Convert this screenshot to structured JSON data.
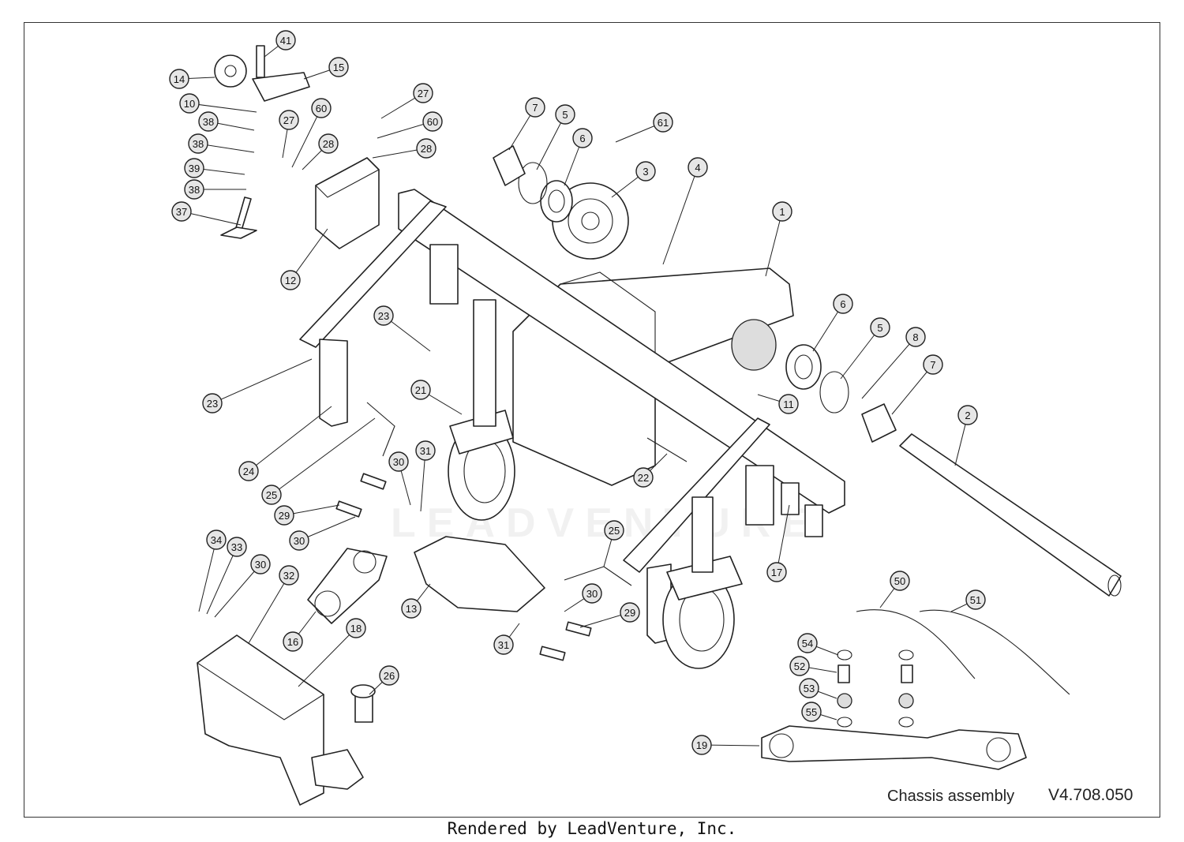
{
  "title_block": {
    "name": "Chassis assembly",
    "code": "V4.708.050"
  },
  "footer": "Rendered by LeadVenture, Inc.",
  "watermark": "LEADVENTURE",
  "callouts": [
    {
      "id": "c41",
      "label": "41"
    },
    {
      "id": "c14",
      "label": "14"
    },
    {
      "id": "c15",
      "label": "15"
    },
    {
      "id": "c10",
      "label": "10"
    },
    {
      "id": "c38a",
      "label": "38"
    },
    {
      "id": "c38b",
      "label": "38"
    },
    {
      "id": "c39",
      "label": "39"
    },
    {
      "id": "c38c",
      "label": "38"
    },
    {
      "id": "c37",
      "label": "37"
    },
    {
      "id": "c27a",
      "label": "27"
    },
    {
      "id": "c60a",
      "label": "60"
    },
    {
      "id": "c28a",
      "label": "28"
    },
    {
      "id": "c27b",
      "label": "27"
    },
    {
      "id": "c60b",
      "label": "60"
    },
    {
      "id": "c28b",
      "label": "28"
    },
    {
      "id": "c12",
      "label": "12"
    },
    {
      "id": "c7a",
      "label": "7"
    },
    {
      "id": "c5a",
      "label": "5"
    },
    {
      "id": "c6a",
      "label": "6"
    },
    {
      "id": "c3",
      "label": "3"
    },
    {
      "id": "c61",
      "label": "61"
    },
    {
      "id": "c4",
      "label": "4"
    },
    {
      "id": "c1",
      "label": "1"
    },
    {
      "id": "c6b",
      "label": "6"
    },
    {
      "id": "c5b",
      "label": "5"
    },
    {
      "id": "c8",
      "label": "8"
    },
    {
      "id": "c7b",
      "label": "7"
    },
    {
      "id": "c11",
      "label": "11"
    },
    {
      "id": "c2",
      "label": "2"
    },
    {
      "id": "c23a",
      "label": "23"
    },
    {
      "id": "c21",
      "label": "21"
    },
    {
      "id": "c23b",
      "label": "23"
    },
    {
      "id": "c24",
      "label": "24"
    },
    {
      "id": "c25a",
      "label": "25"
    },
    {
      "id": "c30a",
      "label": "30"
    },
    {
      "id": "c31a",
      "label": "31"
    },
    {
      "id": "c29a",
      "label": "29"
    },
    {
      "id": "c30b",
      "label": "30"
    },
    {
      "id": "c22",
      "label": "22"
    },
    {
      "id": "c17",
      "label": "17"
    },
    {
      "id": "c25b",
      "label": "25"
    },
    {
      "id": "c34",
      "label": "34"
    },
    {
      "id": "c33",
      "label": "33"
    },
    {
      "id": "c30c",
      "label": "30"
    },
    {
      "id": "c32",
      "label": "32"
    },
    {
      "id": "c16",
      "label": "16"
    },
    {
      "id": "c18",
      "label": "18"
    },
    {
      "id": "c13",
      "label": "13"
    },
    {
      "id": "c30d",
      "label": "30"
    },
    {
      "id": "c29b",
      "label": "29"
    },
    {
      "id": "c31b",
      "label": "31"
    },
    {
      "id": "c26",
      "label": "26"
    },
    {
      "id": "c50",
      "label": "50"
    },
    {
      "id": "c51",
      "label": "51"
    },
    {
      "id": "c54",
      "label": "54"
    },
    {
      "id": "c52",
      "label": "52"
    },
    {
      "id": "c53",
      "label": "53"
    },
    {
      "id": "c55",
      "label": "55"
    },
    {
      "id": "c19",
      "label": "19"
    }
  ]
}
